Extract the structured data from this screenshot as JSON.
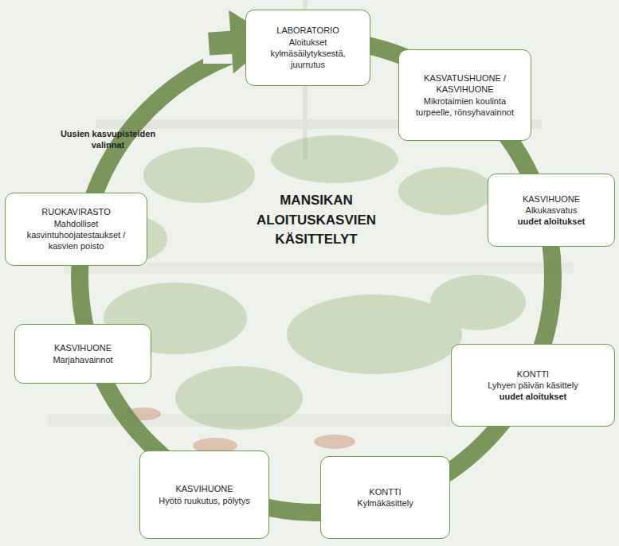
{
  "diagram": {
    "title": "MANSIKAN ALOITUSKASVIEN KÄSITTELYT",
    "nodes": [
      {
        "text": [
          "LABORATORIO",
          "Aloitukset kylmäsäilytyksestä, juurrutus"
        ]
      },
      {
        "text": [
          "KASVATUSHUONE / KASVIHUONE",
          "Mikrotaimien koulinta turpeelle, rönsyhavainnot"
        ]
      },
      {
        "text": [
          "KASVIHUONE",
          "Alkukasvatus",
          "uudet aloitukset"
        ]
      },
      {
        "text": [
          "KONTTI",
          "Lyhyen päivän käsittely",
          "uudet aloitukset"
        ]
      },
      {
        "text": [
          "KONTTI",
          "Kylmäkäsittely"
        ]
      },
      {
        "text": [
          "KASVIHUONE",
          "Hyötö ruukutus, pölytys"
        ]
      },
      {
        "text": [
          "KASVIHUONE",
          "Marjahavainnot"
        ]
      },
      {
        "text": [
          "RUOKAVIRASTO",
          "Mahdolliset kasvintuhoojatestaukset / kasvien poisto"
        ]
      },
      {
        "text": [
          "Uusien kasvupisteiden valinnat"
        ]
      }
    ]
  }
}
